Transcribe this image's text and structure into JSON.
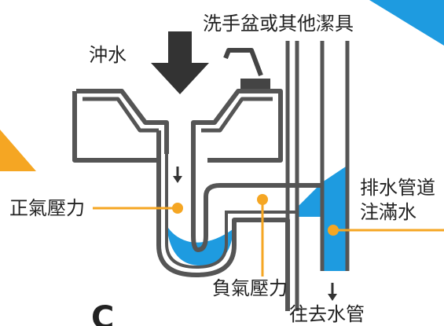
{
  "labels": {
    "flush": "沖水",
    "basin": "洗手盆或其他潔具",
    "positive_pressure": "正氣壓力",
    "negative_pressure": "負氣壓力",
    "drain_full_line1": "排水管道",
    "drain_full_line2": "注滿水",
    "to_pipe": "往去水管",
    "corner_letter": "C"
  },
  "colors": {
    "pipe": "#555555",
    "water": "#1e9be0",
    "accent": "#f5a623",
    "arrow": "#333333"
  }
}
